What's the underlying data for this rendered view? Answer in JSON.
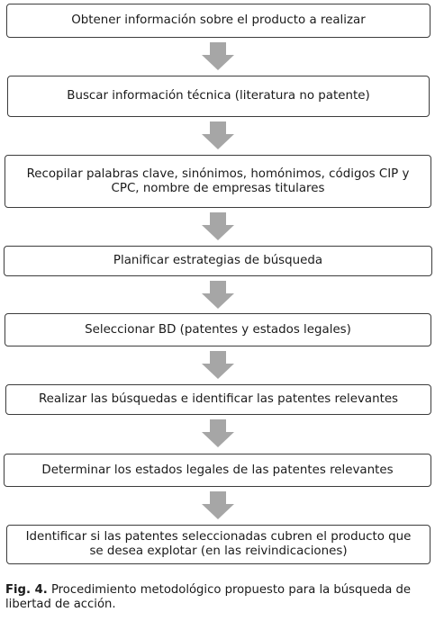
{
  "flowchart": {
    "steps": [
      "Obtener información sobre el producto a realizar",
      "Buscar información técnica (literatura no patente)",
      "Recopilar palabras clave, sinónimos, homónimos, códigos CIP y CPC, nombre de empresas titulares",
      "Planificar estrategias de búsqueda",
      "Seleccionar BD (patentes y estados legales)",
      "Realizar las búsquedas e identificar las patentes relevantes",
      "Determinar los estados legales de las patentes relevantes",
      "Identificar si las patentes seleccionadas cubren el producto que se desea explotar (en las reivindicaciones)"
    ],
    "arrow_color": "#a6a6a6",
    "border_color": "#3c3c3c"
  },
  "caption": {
    "label": "Fig. 4.",
    "text": " Procedimiento metodológico propuesto para la búsqueda de libertad de acción."
  }
}
